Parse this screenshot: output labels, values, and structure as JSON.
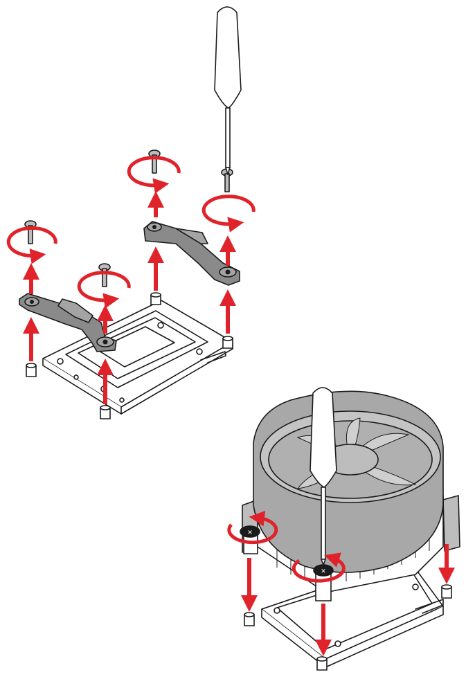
{
  "colors": {
    "arrow": "#e0232a",
    "outline": "#1a1a1a",
    "bracket": "#8a8a8a",
    "fan_shroud": "#a8a8a8",
    "background": "#ffffff"
  },
  "panels": [
    {
      "name": "remove-retention-brackets",
      "tool": "screwdriver-icon",
      "screws": 4,
      "standoffs": 4
    },
    {
      "name": "install-cooler",
      "tool": "screwdriver-icon",
      "spring-screws": 2,
      "standoffs": 3
    }
  ]
}
